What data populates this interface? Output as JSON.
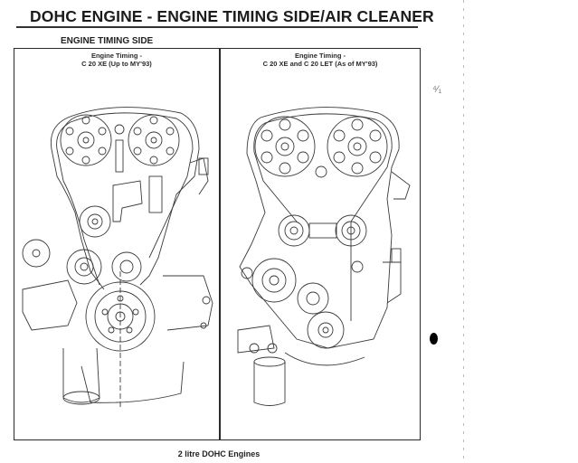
{
  "document": {
    "title": "DOHC ENGINE - ENGINE TIMING SIDE/AIR CLEANER",
    "section_heading": "ENGINE TIMING SIDE",
    "panels": [
      {
        "heading_line1": "Engine Timing -",
        "heading_line2": "C 20 XE (Up to MY'93)",
        "illustration": "engine-timing-drawing-early"
      },
      {
        "heading_line1": "Engine Timing -",
        "heading_line2": "C 20 XE and C 20 LET (As of MY'93)",
        "illustration": "engine-timing-drawing-late"
      }
    ],
    "figure_caption": "2 litre DOHC Engines",
    "margin_mark": "⁴⁄₁"
  }
}
